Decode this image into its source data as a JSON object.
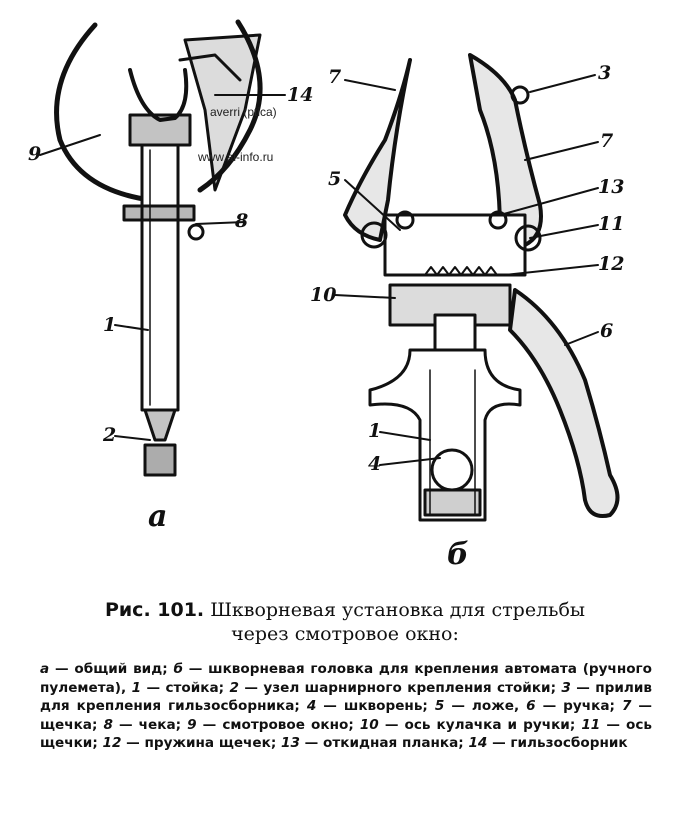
{
  "watermarks": {
    "line1": "averri (ptica)",
    "line2": "www.ai-info.ru"
  },
  "callouts": {
    "a": [
      "9",
      "14",
      "8",
      "1",
      "2"
    ],
    "b": [
      "7",
      "3",
      "7",
      "5",
      "13",
      "11",
      "12",
      "10",
      "6",
      "1",
      "4"
    ]
  },
  "subfigure_labels": {
    "a": "а",
    "b": "б"
  },
  "caption": {
    "prefix": "Рис. 101.",
    "title_line1": "Шкворневая установка для стрельбы",
    "title_line2": "через смотровое окно:"
  },
  "legend": [
    {
      "key": "а",
      "text": "общий вид;"
    },
    {
      "key": "б",
      "text": "шкворневая головка для крепления автомата (ручного пулемета),"
    },
    {
      "key": "1",
      "text": "стойка;"
    },
    {
      "key": "2",
      "text": "узел шарнирного крепления стойки;"
    },
    {
      "key": "3",
      "text": "прилив для крепления гильзосборника;"
    },
    {
      "key": "4",
      "text": "шкворень;"
    },
    {
      "key": "5",
      "text": "ложе,"
    },
    {
      "key": "6",
      "text": "ручка;"
    },
    {
      "key": "7",
      "text": "щечка;"
    },
    {
      "key": "8",
      "text": "чека;"
    },
    {
      "key": "9",
      "text": "смотровое окно;"
    },
    {
      "key": "10",
      "text": "ось кулачка и ручки;"
    },
    {
      "key": "11",
      "text": "ось щечки;"
    },
    {
      "key": "12",
      "text": "пружина щечек;"
    },
    {
      "key": "13",
      "text": "откидная планка;"
    },
    {
      "key": "14",
      "text": "гильзосборник"
    }
  ]
}
